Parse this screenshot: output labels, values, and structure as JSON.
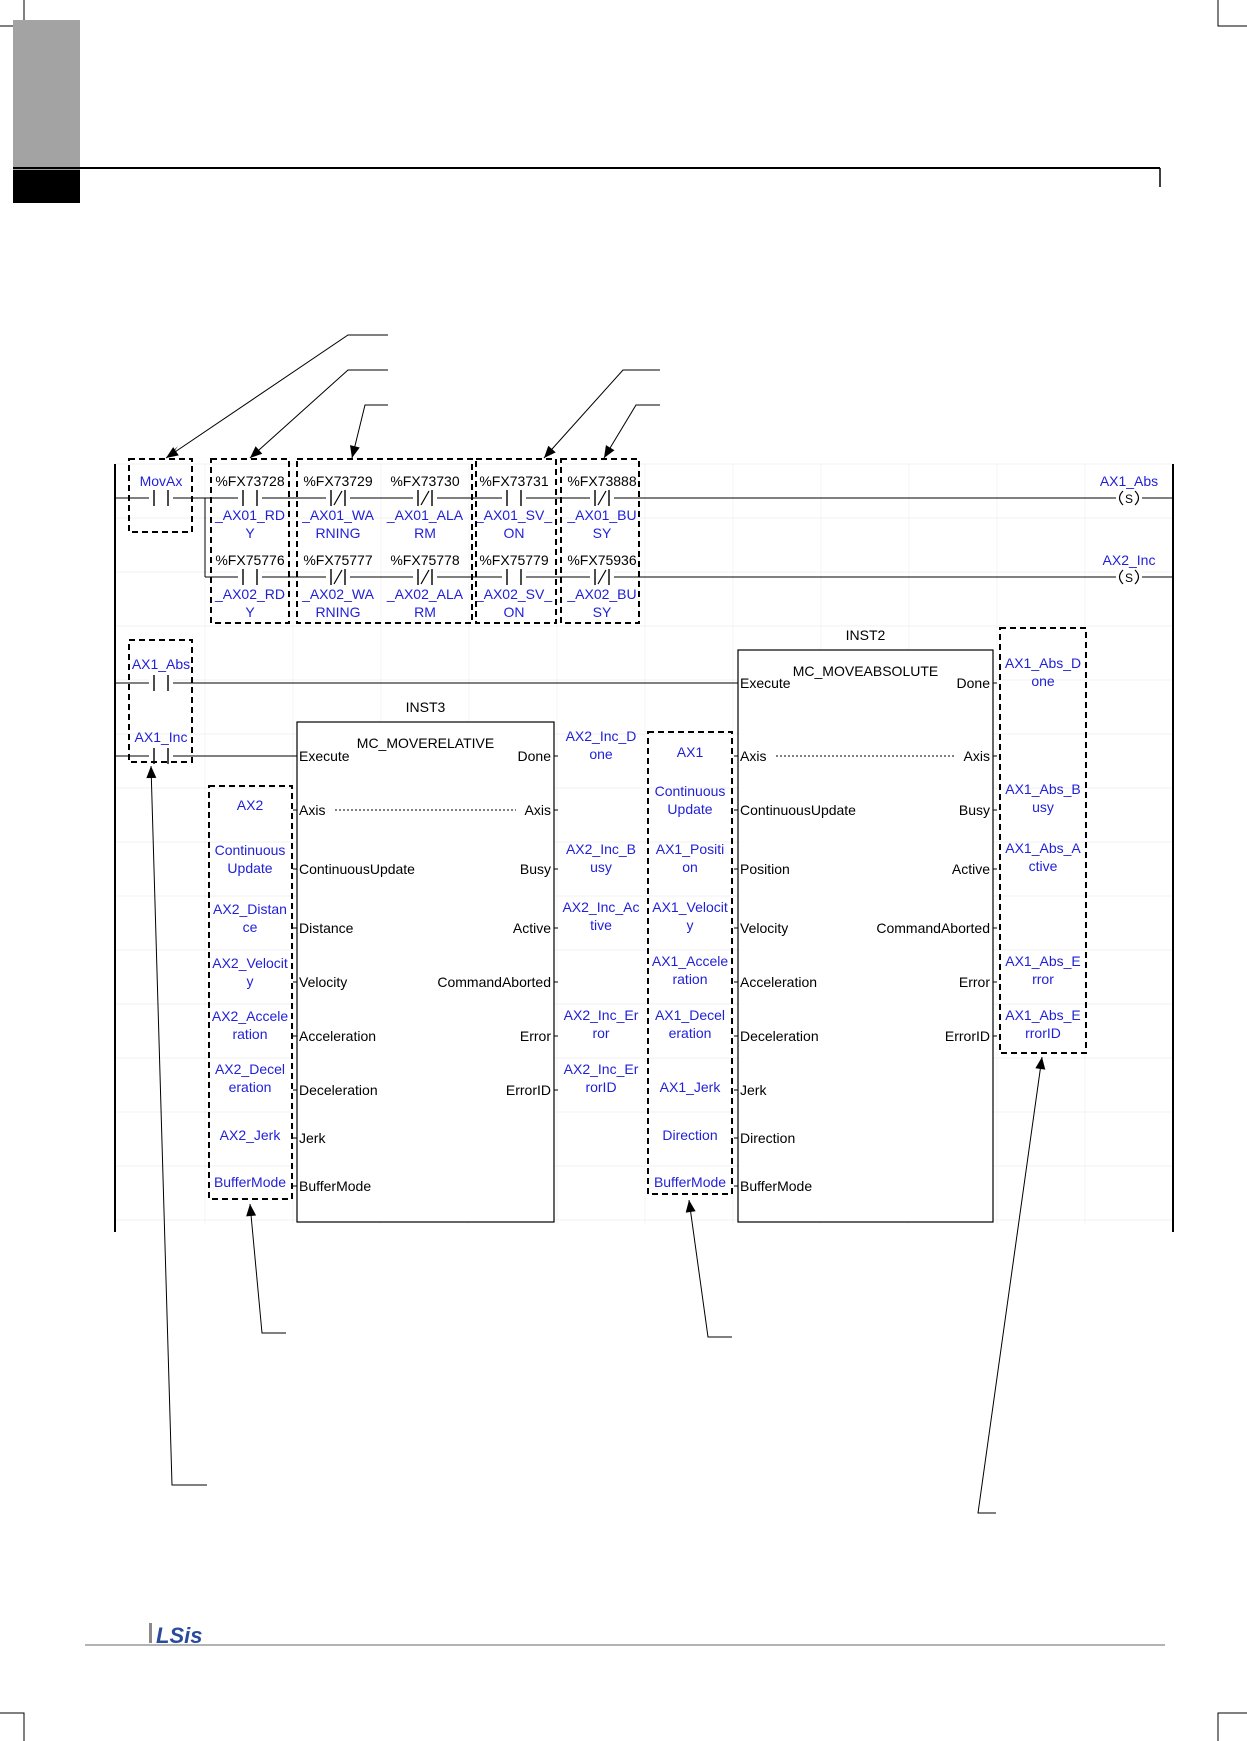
{
  "brand": {
    "logo": "LSis",
    "accent": "#1f1fd8",
    "logo_color": "#2a4b9b",
    "logo_gray": "#8a8a8a"
  },
  "rung1": {
    "contact": {
      "var": "MovAx"
    },
    "axis1": [
      {
        "addr": "%FX73728",
        "name": [
          "_AX01_RD",
          "Y"
        ],
        "type": "NO"
      },
      {
        "addr": "%FX73729",
        "name": [
          "_AX01_WA",
          "RNING"
        ],
        "type": "NC"
      },
      {
        "addr": "%FX73730",
        "name": [
          "_AX01_ALA",
          "RM"
        ],
        "type": "NC"
      },
      {
        "addr": "%FX73731",
        "name": [
          "_AX01_SV_",
          "ON"
        ],
        "type": "NO"
      },
      {
        "addr": "%FX73888",
        "name": [
          "_AX01_BU",
          "SY"
        ],
        "type": "NC"
      }
    ],
    "axis2": [
      {
        "addr": "%FX75776",
        "name": [
          "_AX02_RD",
          "Y"
        ],
        "type": "NO"
      },
      {
        "addr": "%FX75777",
        "name": [
          "_AX02_WA",
          "RNING"
        ],
        "type": "NC"
      },
      {
        "addr": "%FX75778",
        "name": [
          "_AX02_ALA",
          "RM"
        ],
        "type": "NC"
      },
      {
        "addr": "%FX75779",
        "name": [
          "_AX02_SV_",
          "ON"
        ],
        "type": "NO"
      },
      {
        "addr": "%FX75936",
        "name": [
          "_AX02_BU",
          "SY"
        ],
        "type": "NC"
      }
    ],
    "coil1": {
      "var": "AX1_Abs",
      "type": "S"
    },
    "coil2": {
      "var": "AX2_Inc",
      "type": "S"
    }
  },
  "rung2": {
    "contact_abs": "AX1_Abs",
    "contact_inc": "AX1_Inc",
    "inst3": {
      "instance": "INST3",
      "type": "MC_MOVERELATIVE",
      "inputs": [
        "Execute",
        "Axis",
        "ContinuousUpdate",
        "Distance",
        "Velocity",
        "Acceleration",
        "Deceleration",
        "Jerk",
        "BufferMode"
      ],
      "outputs": [
        "Done",
        "Axis",
        "Busy",
        "Active",
        "CommandAborted",
        "Error",
        "ErrorID"
      ],
      "input_vars": [
        [
          "AX2"
        ],
        [
          "Continuous",
          "Update"
        ],
        [
          "AX2_Distan",
          "ce"
        ],
        [
          "AX2_Velocit",
          "y"
        ],
        [
          "AX2_Accele",
          "ration"
        ],
        [
          "AX2_Decel",
          "eration"
        ],
        [
          "AX2_Jerk"
        ],
        [
          "BufferMode"
        ]
      ],
      "output_vars": [
        [
          "AX2_Inc_D",
          "one"
        ],
        [
          "AX2_Inc_B",
          "usy"
        ],
        [
          "AX2_Inc_Ac",
          "tive"
        ],
        [
          "AX2_Inc_Er",
          "ror"
        ],
        [
          "AX2_Inc_Er",
          "rorID"
        ]
      ]
    },
    "inst2": {
      "instance": "INST2",
      "type": "MC_MOVEABSOLUTE",
      "inputs": [
        "Execute",
        "Axis",
        "ContinuousUpdate",
        "Position",
        "Velocity",
        "Acceleration",
        "Deceleration",
        "Jerk",
        "Direction",
        "BufferMode"
      ],
      "outputs": [
        "Done",
        "Axis",
        "Busy",
        "Active",
        "CommandAborted",
        "Error",
        "ErrorID"
      ],
      "input_vars": [
        [
          "AX1"
        ],
        [
          "Continuous",
          "Update"
        ],
        [
          "AX1_Positi",
          "on"
        ],
        [
          "AX1_Velocit",
          "y"
        ],
        [
          "AX1_Accele",
          "ration"
        ],
        [
          "AX1_Decel",
          "eration"
        ],
        [
          "AX1_Jerk"
        ],
        [
          "Direction"
        ],
        [
          "BufferMode"
        ]
      ],
      "output_vars": [
        [
          "AX1_Abs_D",
          "one"
        ],
        [
          "AX1_Abs_B",
          "usy"
        ],
        [
          "AX1_Abs_A",
          "ctive"
        ],
        [
          "AX1_Abs_E",
          "rror"
        ],
        [
          "AX1_Abs_E",
          "rrorID"
        ]
      ]
    }
  }
}
